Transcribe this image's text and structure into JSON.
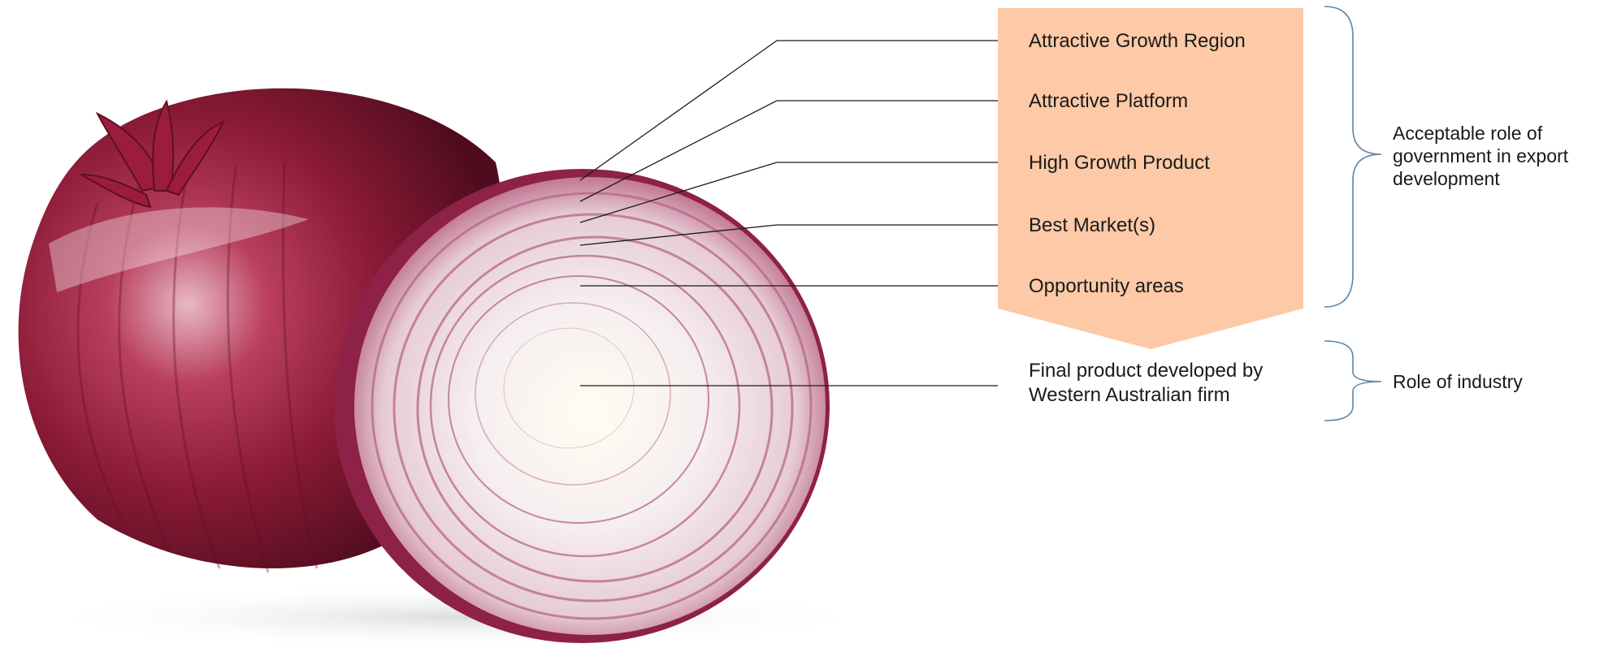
{
  "layers": [
    "Attractive Growth Region",
    "Attractive Platform",
    "High Growth Product",
    "Best Market(s)",
    "Opportunity areas"
  ],
  "final_product": {
    "line1": "Final product developed by",
    "line2": "Western Australian firm"
  },
  "government_role": "Acceptable role of government in export development",
  "industry_role": "Role of industry",
  "colors": {
    "arrow_fill": "#FDC9A6",
    "bracket": "#5B86A8",
    "leader_line": "#1a1a1a",
    "onion_dark": "#7E1530",
    "onion_mid": "#A8324F",
    "onion_inner": "#F3E5EA"
  },
  "image": {
    "subject": "red-onion-whole-and-halved"
  }
}
